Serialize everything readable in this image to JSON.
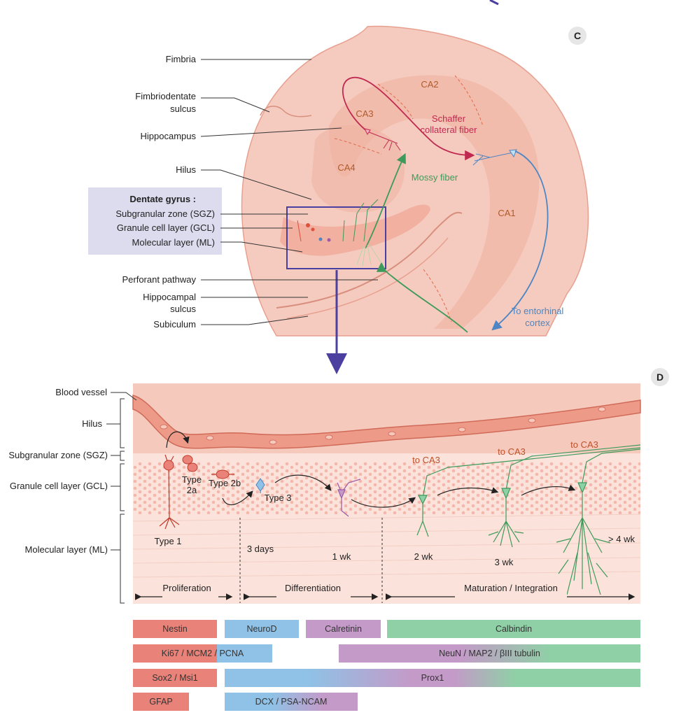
{
  "panel_c": {
    "letter": "C",
    "labels": {
      "fimbria": "Fimbria",
      "fimbriodentate_1": "Fimbriodentate",
      "fimbriodentate_2": "sulcus",
      "hippocampus": "Hippocampus",
      "hilus": "Hilus",
      "dentate_gyrus": "Dentate gyrus :",
      "sgz": "Subgranular zone (SGZ)",
      "gcl": "Granule cell layer (GCL)",
      "ml": "Molecular layer (ML)",
      "perforant": "Perforant pathway",
      "hippocampal_sulcus_1": "Hippocampal",
      "hippocampal_sulcus_2": "sulcus",
      "subiculum": "Subiculum"
    },
    "regions": {
      "ca1": "CA1",
      "ca2": "CA2",
      "ca3": "CA3",
      "ca4": "CA4",
      "schaffer_1": "Schaffer",
      "schaffer_2": "collateral fiber",
      "mossy": "Mossy fiber",
      "entorhinal_1": "To entorhinal",
      "entorhinal_2": "cortex"
    }
  },
  "panel_d": {
    "letter": "D",
    "labels": {
      "blood_vessel": "Blood vessel",
      "hilus": "Hilus",
      "sgz": "Subgranular zone (SGZ)",
      "gcl": "Granule cell layer (GCL)",
      "ml": "Molecular layer (ML)"
    },
    "cells": {
      "type1": "Type 1",
      "type2a_1": "Type",
      "type2a_2": "2a",
      "type2b": "Type 2b",
      "type3": "Type 3",
      "to_ca3": "to CA3"
    },
    "times": {
      "d3": "3 days",
      "w1": "1 wk",
      "w2": "2 wk",
      "w3": "3 wk",
      "w4": "> 4 wk"
    },
    "phases": {
      "proliferation": "Proliferation",
      "differentiation": "Differentiation",
      "maturation": "Maturation / Integration"
    }
  },
  "markers": {
    "nestin": "Nestin",
    "neurod": "NeuroD",
    "calretinin": "Calretinin",
    "calbindin": "Calbindin",
    "ki67": "Ki67 / MCM2 / PCNA",
    "neun": "NeuN / MAP2 / βIII tubulin",
    "sox2": "Sox2 / Msi1",
    "prox1": "Prox1",
    "gfap": "GFAP",
    "dcx": "DCX / PSA-NCAM"
  },
  "colors": {
    "red": "#e9837a",
    "blue": "#8fc2e6",
    "purple": "#c49ac8",
    "green": "#8fd0a6",
    "highlight_box": "#dcdcee",
    "tissue": "#f6cbbf"
  }
}
